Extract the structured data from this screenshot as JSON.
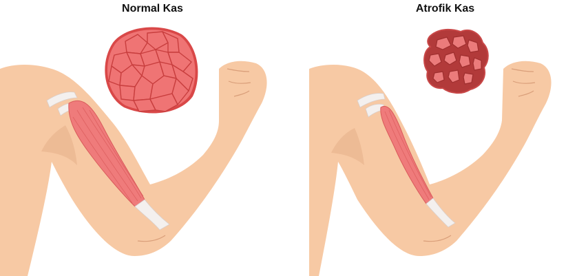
{
  "panels": [
    {
      "id": "normal",
      "title": "Normal Kas",
      "cross_section": "normal-muscle-fascicles",
      "muscle": "biceps-normal"
    },
    {
      "id": "atrophic",
      "title": "Atrofik Kas",
      "cross_section": "atrophic-muscle-fascicles",
      "muscle": "biceps-atrophic"
    }
  ],
  "colors": {
    "skin": "#F7C9A4",
    "skin_shadow": "#E6AE88",
    "muscle": "#EF7B7B",
    "muscle_line": "#D95A5A",
    "tendon": "#F4F0EE",
    "normal_fascicle": "#EF7474",
    "normal_border": "#D94848",
    "atrophic_fascicle": "#EB7B7B",
    "atrophic_border": "#B23A3A",
    "title_text": "#111111"
  }
}
